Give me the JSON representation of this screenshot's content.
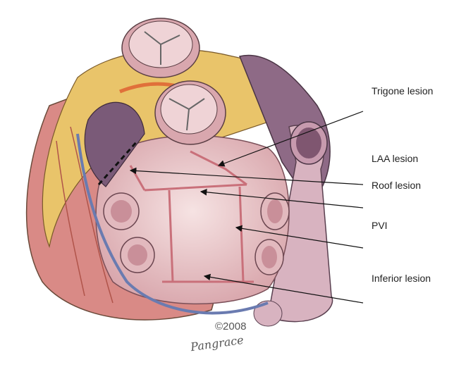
{
  "labels": {
    "trigone": "Trigone lesion",
    "laa": "LAA lesion",
    "roof": "Roof lesion",
    "pvi": "PVI",
    "inferior": "Inferior lesion"
  },
  "copyright": "©2008",
  "signature": "Pangrace",
  "colors": {
    "atrium": "#ecc9cc",
    "fat": "#e9c46a",
    "muscle": "#d98a86",
    "vein": "#6a7bb0",
    "lesion": "#c9707a"
  }
}
